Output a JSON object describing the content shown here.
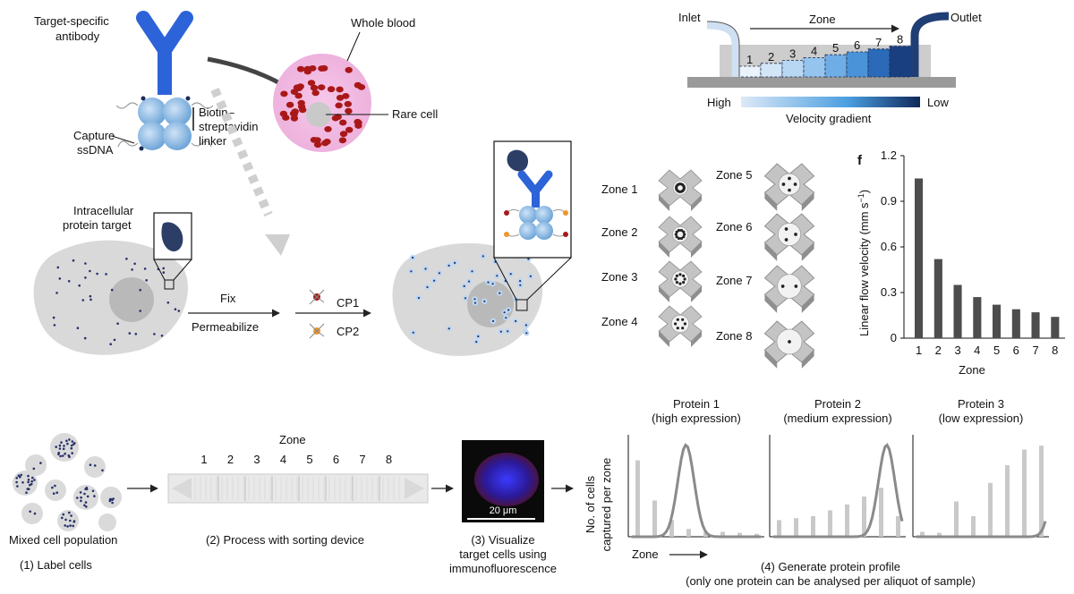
{
  "top_left": {
    "antibody_label": [
      "Target-specific",
      "antibody"
    ],
    "whole_blood": "Whole blood",
    "rare_cell": "Rare cell",
    "linker_label": [
      "Biotin–",
      "streptavidin",
      "linker"
    ],
    "capture_label": [
      "Capture",
      "ssDNA"
    ]
  },
  "middle_left": {
    "target_label": [
      "Intracellular",
      "protein target"
    ],
    "fix": "Fix",
    "permeabilize": "Permeabilize",
    "cp1": "CP1",
    "cp2": "CP2"
  },
  "device_side": {
    "inlet": "Inlet",
    "outlet": "Outlet",
    "zone": "Zone",
    "zone_numbers": [
      "1",
      "2",
      "3",
      "4",
      "5",
      "6",
      "7",
      "8"
    ],
    "high": "High",
    "low": "Low",
    "gradient_label": "Velocity gradient"
  },
  "zones": [
    "Zone 1",
    "Zone 2",
    "Zone 3",
    "Zone 4",
    "Zone 5",
    "Zone 6",
    "Zone 7",
    "Zone 8"
  ],
  "panel_label": "f",
  "chart_data": {
    "type": "bar",
    "categories": [
      "1",
      "2",
      "3",
      "4",
      "5",
      "6",
      "7",
      "8"
    ],
    "values": [
      1.05,
      0.52,
      0.35,
      0.27,
      0.22,
      0.19,
      0.17,
      0.14
    ],
    "ylim": [
      0,
      1.2
    ],
    "yticks": [
      "0",
      "0.3",
      "0.6",
      "0.9",
      "1.2"
    ],
    "ytick_values": [
      0,
      0.3,
      0.6,
      0.9,
      1.2
    ],
    "xlabel": "Zone",
    "ylabel": "Linear flow velocity (mm s",
    "ylabel_sup": "−1",
    "ylabel_end": ")",
    "bar_color": "#4d4d4d"
  },
  "bottom": {
    "mixed": "Mixed cell population",
    "step1": "(1) Label cells",
    "zone": "Zone",
    "zone_numbers": [
      "1",
      "2",
      "3",
      "4",
      "5",
      "6",
      "7",
      "8"
    ],
    "step2": "(2) Process with sorting device",
    "scale": "20 μm",
    "step3": [
      "(3) Visualize",
      "target cells using",
      "immunofluorescence"
    ],
    "y_axis": [
      "No. of cells",
      "captured per zone"
    ],
    "x_axis": "Zone",
    "step4": [
      "(4) Generate protein profile",
      "(only one protein can be analysed per aliquot of sample)"
    ]
  },
  "proteins": [
    {
      "title": "Protein 1",
      "subtitle": "(high expression)",
      "bars": [
        0.78,
        0.37,
        0.17,
        0.08,
        0.05,
        0.05,
        0.04,
        0.03
      ],
      "peak": 0.12
    },
    {
      "title": "Protein 2",
      "subtitle": "(medium expression)",
      "bars": [
        0.17,
        0.19,
        0.21,
        0.27,
        0.33,
        0.41,
        0.5,
        0.21
      ],
      "peak": 0.58
    },
    {
      "title": "Protein 3",
      "subtitle": "(low expression)",
      "bars": [
        0.05,
        0.04,
        0.36,
        0.21,
        0.55,
        0.73,
        0.89,
        0.93
      ],
      "peak": 0.82
    }
  ]
}
